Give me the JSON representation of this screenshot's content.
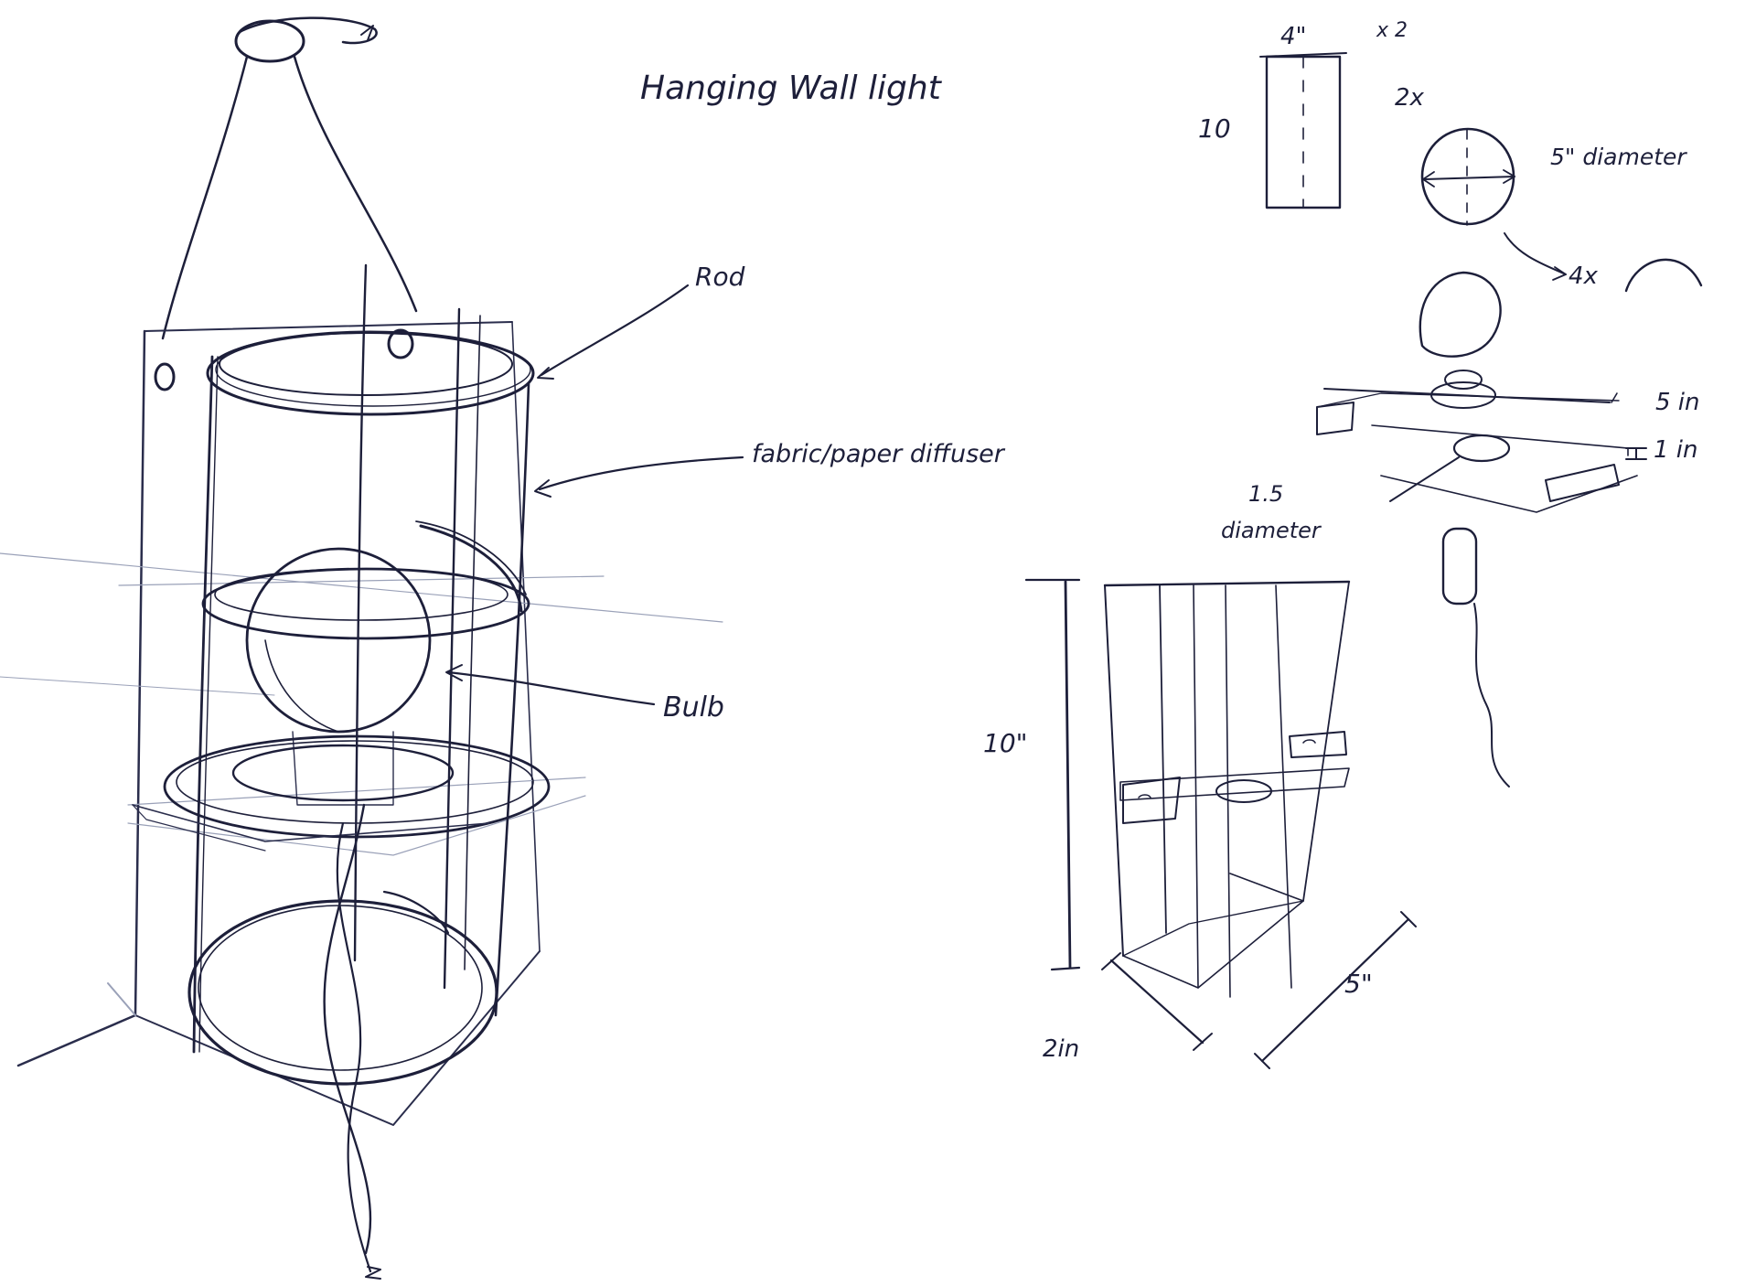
{
  "title": "Hanging Wall light",
  "labels": {
    "rod": "Rod",
    "diffuser": "fabric/paper diffuser",
    "bulb": "Bulb"
  },
  "panel": {
    "width": "4\"",
    "height": "10",
    "qty": "x 2"
  },
  "disc": {
    "qty": "2x",
    "diameter": "5\" diameter"
  },
  "arc": {
    "qty": "4x"
  },
  "bracket": {
    "length": "5 in",
    "height": "1 in",
    "hole_value": "1.5",
    "hole_unit": "diameter"
  },
  "box": {
    "height": "10\"",
    "depth": "2in",
    "width": "5\""
  },
  "colors": {
    "ink": "#1d1f3a",
    "paper": "#ffffff"
  }
}
